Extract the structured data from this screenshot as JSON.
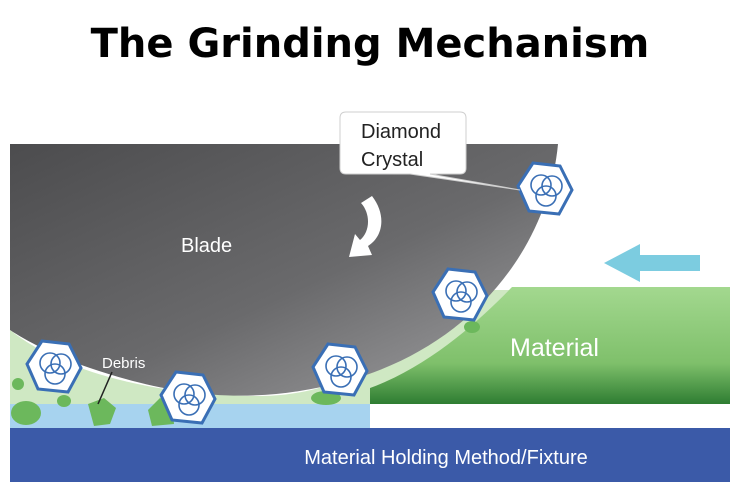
{
  "title": "The Grinding Mechanism",
  "labels": {
    "blade": "Blade",
    "diamond_line1": "Diamond",
    "diamond_line2": "Crystal",
    "material": "Material",
    "debris": "Debris",
    "fixture": "Material Holding Method/Fixture"
  },
  "icons": {
    "rotation": "curved-arrow-icon",
    "feed": "left-arrow-icon",
    "crystal": "diamond-crystal-icon"
  },
  "colors": {
    "blade_dark": "#5c5c5e",
    "blade_light": "#9a9a9c",
    "material_green": "#8fc97c",
    "material_dark": "#3f8f3a",
    "coolant_green": "#cfe8c3",
    "coolant_blue": "#a7d3ef",
    "fixture_blue": "#3b5aa8",
    "crystal_stroke": "#3a6fb5",
    "arrow_cyan": "#7ccce0",
    "debris_green": "#6cb85c"
  }
}
